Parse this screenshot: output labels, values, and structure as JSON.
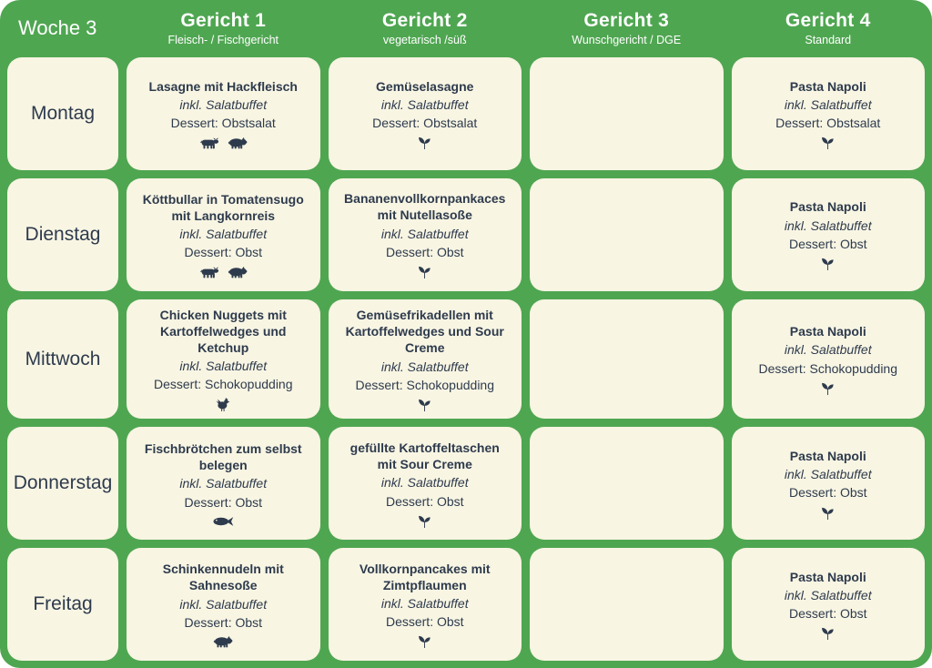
{
  "theme": {
    "background_green": "#4fa651",
    "cell_cream": "#f8f5e3",
    "text_dark": "#2e3b4d",
    "header_text": "#ffffff"
  },
  "header": {
    "week_label": "Woche 3",
    "columns": [
      {
        "title": "Gericht 1",
        "subtitle": "Fleisch- / Fischgericht"
      },
      {
        "title": "Gericht 2",
        "subtitle": "vegetarisch /süß"
      },
      {
        "title": "Gericht 3",
        "subtitle": "Wunschgericht / DGE"
      },
      {
        "title": "Gericht 4",
        "subtitle": "Standard"
      }
    ]
  },
  "rows": [
    {
      "day": "Montag",
      "meals": [
        {
          "name": "Lasagne mit Hackfleisch",
          "note": "inkl. Salatbuffet",
          "dessert": "Dessert: Obstsalat",
          "icons": [
            "cow-icon",
            "pig-icon"
          ]
        },
        {
          "name": "Gemüselasagne",
          "note": "inkl. Salatbuffet",
          "dessert": "Dessert: Obstsalat",
          "icons": [
            "leaf-icon"
          ]
        },
        {
          "name": "",
          "note": "",
          "dessert": "",
          "icons": []
        },
        {
          "name": "Pasta Napoli",
          "note": "inkl. Salatbuffet",
          "dessert": "Dessert: Obstsalat",
          "icons": [
            "leaf-icon"
          ]
        }
      ]
    },
    {
      "day": "Dienstag",
      "meals": [
        {
          "name": "Köttbullar in Tomatensugo mit Langkornreis",
          "note": "inkl. Salatbuffet",
          "dessert": "Dessert: Obst",
          "icons": [
            "cow-icon",
            "pig-icon"
          ]
        },
        {
          "name": "Bananenvollkornpankaces mit Nutellasoße",
          "note": "inkl. Salatbuffet",
          "dessert": "Dessert: Obst",
          "icons": [
            "leaf-icon"
          ]
        },
        {
          "name": "",
          "note": "",
          "dessert": "",
          "icons": []
        },
        {
          "name": "Pasta Napoli",
          "note": "inkl. Salatbuffet",
          "dessert": "Dessert: Obst",
          "icons": [
            "leaf-icon"
          ]
        }
      ]
    },
    {
      "day": "Mittwoch",
      "meals": [
        {
          "name": "Chicken Nuggets mit Kartoffelwedges und Ketchup",
          "note": "inkl. Salatbuffet",
          "dessert": "Dessert: Schokopudding",
          "icons": [
            "chicken-icon"
          ]
        },
        {
          "name": "Gemüsefrikadellen mit Kartoffelwedges und Sour Creme",
          "note": "inkl. Salatbuffet",
          "dessert": "Dessert: Schokopudding",
          "icons": [
            "leaf-icon"
          ]
        },
        {
          "name": "",
          "note": "",
          "dessert": "",
          "icons": []
        },
        {
          "name": "Pasta Napoli",
          "note": "inkl. Salatbuffet",
          "dessert": "Dessert: Schokopudding",
          "icons": [
            "leaf-icon"
          ]
        }
      ]
    },
    {
      "day": "Donnerstag",
      "meals": [
        {
          "name": "Fischbrötchen zum selbst belegen",
          "note": "inkl. Salatbuffet",
          "dessert": "Dessert: Obst",
          "icons": [
            "fish-icon"
          ]
        },
        {
          "name": "gefüllte Kartoffeltaschen mit Sour Creme",
          "note": "inkl. Salatbuffet",
          "dessert": "Dessert: Obst",
          "icons": [
            "leaf-icon"
          ]
        },
        {
          "name": "",
          "note": "",
          "dessert": "",
          "icons": []
        },
        {
          "name": "Pasta Napoli",
          "note": "inkl. Salatbuffet",
          "dessert": "Dessert: Obst",
          "icons": [
            "leaf-icon"
          ]
        }
      ]
    },
    {
      "day": "Freitag",
      "meals": [
        {
          "name": "Schinkennudeln mit Sahnesoße",
          "note": "inkl. Salatbuffet",
          "dessert": "Dessert: Obst",
          "icons": [
            "pig-icon"
          ]
        },
        {
          "name": "Vollkornpancakes mit Zimtpflaumen",
          "note": "inkl. Salatbuffet",
          "dessert": "Dessert: Obst",
          "icons": [
            "leaf-icon"
          ]
        },
        {
          "name": "",
          "note": "",
          "dessert": "",
          "icons": []
        },
        {
          "name": "Pasta Napoli",
          "note": "inkl. Salatbuffet",
          "dessert": "Dessert: Obst",
          "icons": [
            "leaf-icon"
          ]
        }
      ]
    }
  ]
}
